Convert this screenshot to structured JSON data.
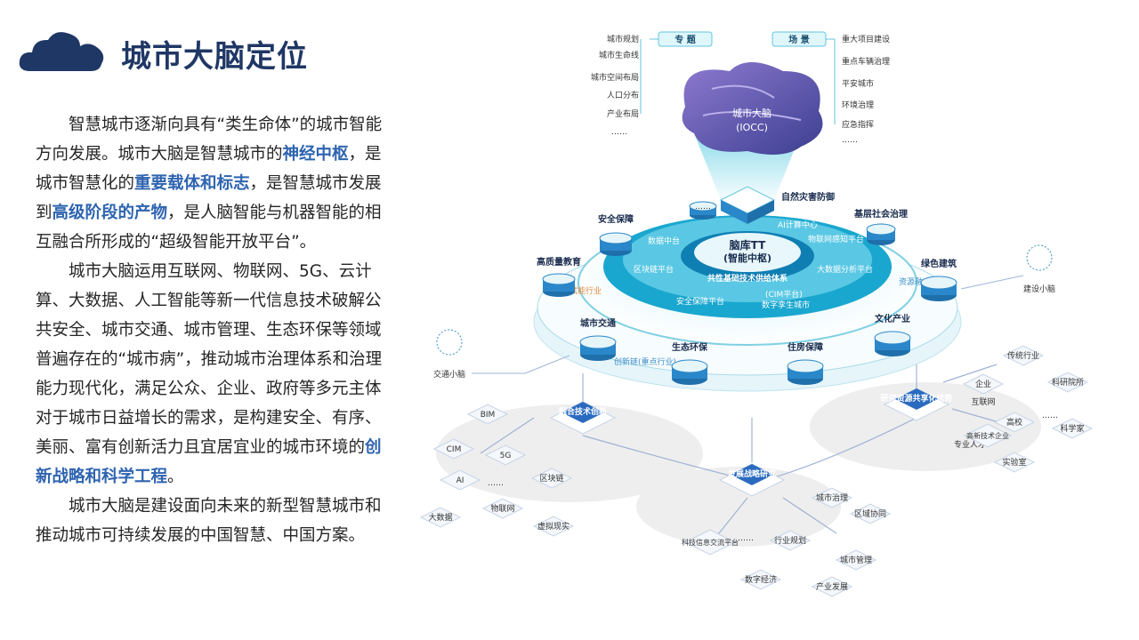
{
  "title": "城市大脑定位",
  "para1": {
    "t1": "智慧城市逐渐向具有“类生命体”的城市智能方向发展。城市大脑是智慧城市的",
    "h1": "神经中枢",
    "t2": "，是城市智慧化的",
    "h2": "重要载体和标志",
    "t3": "，是智慧城市发展到",
    "h3": "高级阶段的产物",
    "t4": "，是人脑智能与机器智能的相互融合所形成的“超级智能开放平台”。"
  },
  "para2": {
    "t1": "城市大脑运用互联网、物联网、5G、云计算、大数据、人工智能等新一代信息技术破解公共安全、城市交通、城市管理、生态环保等领域普遍存在的“城市病”，推动城市治理体系和治理能力现代化，满足公众、企业、政府等多元主体对于城市日益增长的需求，是构建安全、有序、美丽、富有创新活力且宜居宜业的城市环境的",
    "h1": "创新战略和科学工程",
    "t2": "。"
  },
  "para3": "城市大脑是建设面向未来的新型智慧城市和推动城市可持续发展的中国智慧、中国方案。",
  "diagram": {
    "tag_left": "专 题",
    "tag_right": "场 景",
    "left_items": [
      "城市规划",
      "城市生命线",
      "城市空间布局",
      "人口分布",
      "产业布局",
      "……"
    ],
    "right_items": [
      "重大项目建设",
      "重点车辆治理",
      "平安城市",
      "环境治理",
      "应急指挥",
      "……"
    ],
    "brain": [
      "城市大脑",
      "(IOCC)"
    ],
    "core": [
      "脑库TT",
      "(智能中枢)"
    ],
    "ring_labels": [
      "数据中台",
      "区块链平台",
      "AI计算中心",
      "物联网感知平台",
      "大数据分析平台",
      "共性基础技术供给体系",
      "安全保障平台",
      "(CIM平台)",
      "数字孪生城市"
    ],
    "nodes": [
      "安全保障",
      "高质量教育",
      "城市交通",
      "生态环保",
      "住房保障",
      "文化产业",
      "绿色建筑",
      "基层社会治理",
      "自然灾害防御",
      "……"
    ],
    "edge_labels": [
      "赋能行业",
      "创新链(重点行业)",
      "资源融合"
    ],
    "mini_brains": [
      "交通小脑",
      "建设小脑"
    ],
    "foundations": [
      "融合技术创新",
      "发展战略研究",
      "研究资源共享化优势"
    ],
    "left_cluster": [
      "BIM",
      "CIM",
      "5G",
      "AI",
      "大数据",
      "物联网",
      "区块链",
      "虚拟现实",
      "……"
    ],
    "mid_cluster": [
      "城市治理",
      "区域协同",
      "科技信息交流平台",
      "行业规划",
      "数字经济",
      "产业发展",
      "城市管理",
      "……"
    ],
    "right_cluster": [
      "传统行业",
      "企业",
      "互联网",
      "科研院所",
      "高校",
      "专业人才",
      "高新技术企业",
      "科学家",
      "实验室",
      "……"
    ]
  },
  "colors": {
    "title": "#1f3765",
    "highlight": "#2e64b0",
    "accent": "#27b7d6",
    "brain": "#6a5aa8"
  }
}
